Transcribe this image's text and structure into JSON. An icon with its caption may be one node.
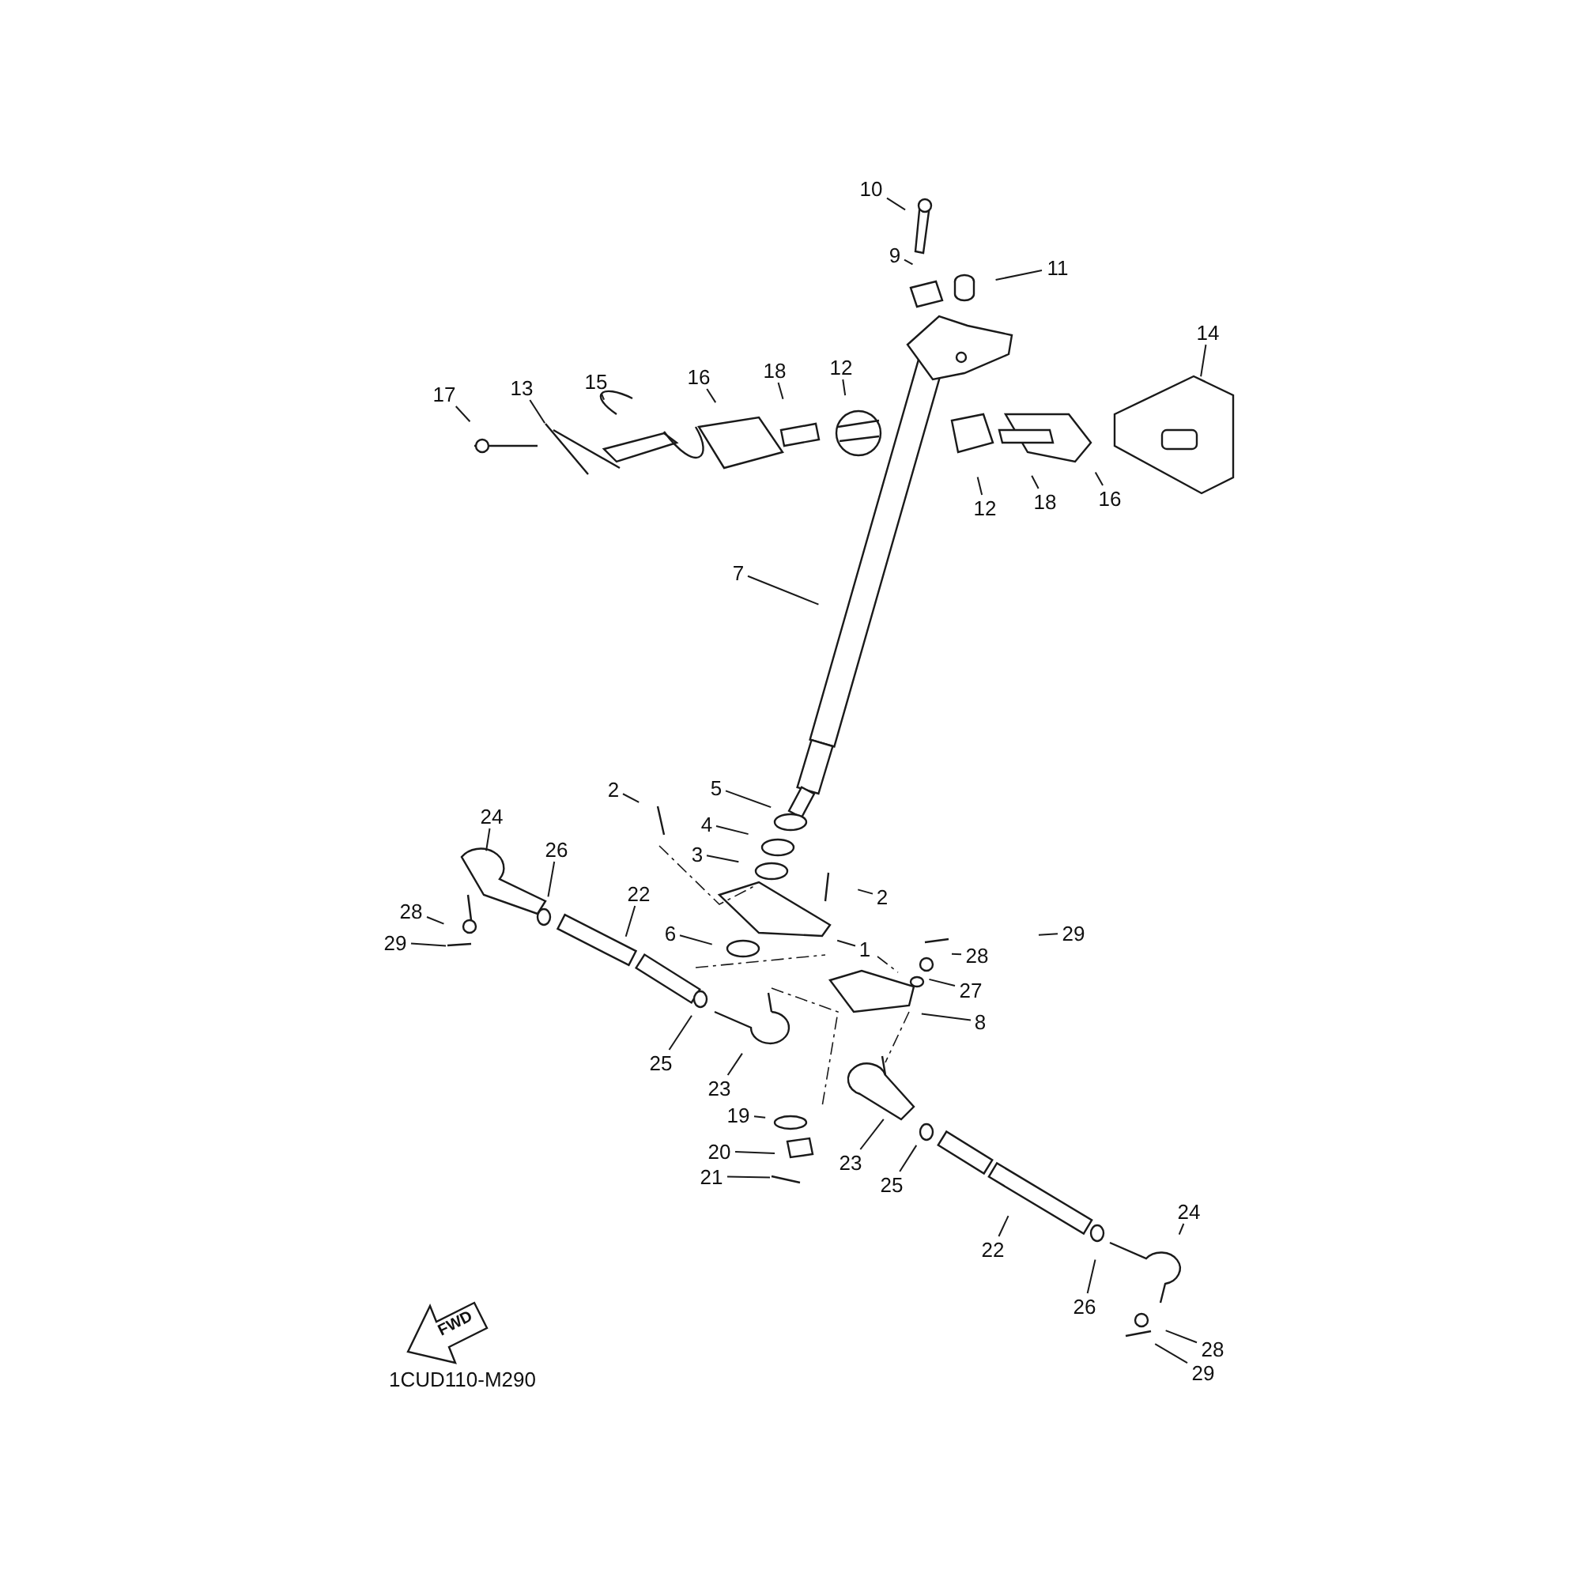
{
  "diagram": {
    "nodes": [
      {
        "text": [
          "10"
        ]
      },
      {
        "text": [
          "9"
        ]
      },
      {
        "text": [
          "11"
        ]
      },
      {
        "text": [
          "17"
        ]
      },
      {
        "text": [
          "13"
        ]
      },
      {
        "text": [
          "15"
        ]
      },
      {
        "text": [
          "16"
        ]
      },
      {
        "text": [
          "18"
        ]
      },
      {
        "text": [
          "12"
        ]
      },
      {
        "text": [
          "14"
        ]
      },
      {
        "text": [
          "12"
        ]
      },
      {
        "text": [
          "18"
        ]
      },
      {
        "text": [
          "16"
        ]
      },
      {
        "text": [
          "7"
        ]
      },
      {
        "text": [
          "2"
        ]
      },
      {
        "text": [
          "5"
        ]
      },
      {
        "text": [
          "4"
        ]
      },
      {
        "text": [
          "3"
        ]
      },
      {
        "text": [
          "2"
        ]
      },
      {
        "text": [
          "24"
        ]
      },
      {
        "text": [
          "26"
        ]
      },
      {
        "text": [
          "22"
        ]
      },
      {
        "text": [
          "28"
        ]
      },
      {
        "text": [
          "29"
        ]
      },
      {
        "text": [
          "6"
        ]
      },
      {
        "text": [
          "1"
        ]
      },
      {
        "text": [
          "29"
        ]
      },
      {
        "text": [
          "28"
        ]
      },
      {
        "text": [
          "27"
        ]
      },
      {
        "text": [
          "8"
        ]
      },
      {
        "text": [
          "25"
        ]
      },
      {
        "text": [
          "23"
        ]
      },
      {
        "text": [
          "19"
        ]
      },
      {
        "text": [
          "20"
        ]
      },
      {
        "text": [
          "21"
        ]
      },
      {
        "text": [
          "23"
        ]
      },
      {
        "text": [
          "25"
        ]
      },
      {
        "text": [
          "22"
        ]
      },
      {
        "text": [
          "24"
        ]
      },
      {
        "text": [
          "26"
        ]
      },
      {
        "text": [
          "28"
        ]
      },
      {
        "text": [
          "29"
        ]
      }
    ],
    "edges": [
      {
        "from": 0,
        "to": null,
        "arrow": "none"
      },
      {
        "from": 1,
        "to": null,
        "arrow": "none"
      },
      {
        "from": 2,
        "to": null,
        "arrow": "none"
      },
      {
        "from": 3,
        "to": null,
        "arrow": "none"
      },
      {
        "from": 4,
        "to": null,
        "arrow": "none"
      },
      {
        "from": 5,
        "to": null,
        "arrow": "none"
      },
      {
        "from": 6,
        "to": null,
        "arrow": "none"
      },
      {
        "from": 7,
        "to": null,
        "arrow": "none"
      },
      {
        "from": 8,
        "to": null,
        "arrow": "none"
      },
      {
        "from": 9,
        "to": null,
        "arrow": "none"
      },
      {
        "from": 10,
        "to": null,
        "arrow": "none"
      },
      {
        "from": 11,
        "to": null,
        "arrow": "none"
      },
      {
        "from": 12,
        "to": null,
        "arrow": "none"
      },
      {
        "from": 13,
        "to": null,
        "arrow": "none"
      },
      {
        "from": 14,
        "to": null,
        "arrow": "none"
      },
      {
        "from": 15,
        "to": null,
        "arrow": "none"
      },
      {
        "from": 16,
        "to": null,
        "arrow": "none"
      },
      {
        "from": 17,
        "to": null,
        "arrow": "none"
      },
      {
        "from": 18,
        "to": null,
        "arrow": "none"
      },
      {
        "from": 19,
        "to": null,
        "arrow": "none"
      },
      {
        "from": 20,
        "to": null,
        "arrow": "none"
      },
      {
        "from": 21,
        "to": null,
        "arrow": "none"
      },
      {
        "from": 22,
        "to": null,
        "arrow": "none"
      },
      {
        "from": 23,
        "to": null,
        "arrow": "none"
      },
      {
        "from": 24,
        "to": null,
        "arrow": "none"
      },
      {
        "from": 25,
        "to": null,
        "arrow": "none"
      },
      {
        "from": 26,
        "to": null,
        "arrow": "none"
      },
      {
        "from": 27,
        "to": null,
        "arrow": "none"
      },
      {
        "from": 28,
        "to": null,
        "arrow": "none"
      },
      {
        "from": 29,
        "to": null,
        "arrow": "none"
      },
      {
        "from": 30,
        "to": null,
        "arrow": "none"
      },
      {
        "from": 31,
        "to": null,
        "arrow": "none"
      },
      {
        "from": 32,
        "to": null,
        "arrow": "none"
      },
      {
        "from": 33,
        "to": null,
        "arrow": "none"
      },
      {
        "from": 34,
        "to": null,
        "arrow": "none"
      },
      {
        "from": 35,
        "to": null,
        "arrow": "none"
      },
      {
        "from": 36,
        "to": null,
        "arrow": "none"
      },
      {
        "from": 37,
        "to": null,
        "arrow": "none"
      },
      {
        "from": 38,
        "to": null,
        "arrow": "none"
      },
      {
        "from": 39,
        "to": null,
        "arrow": "none"
      },
      {
        "from": 40,
        "to": null,
        "arrow": "none"
      },
      {
        "from": 41,
        "to": null,
        "arrow": "none"
      }
    ],
    "labels": [
      "FWD",
      "1CUD110-M290"
    ]
  }
}
